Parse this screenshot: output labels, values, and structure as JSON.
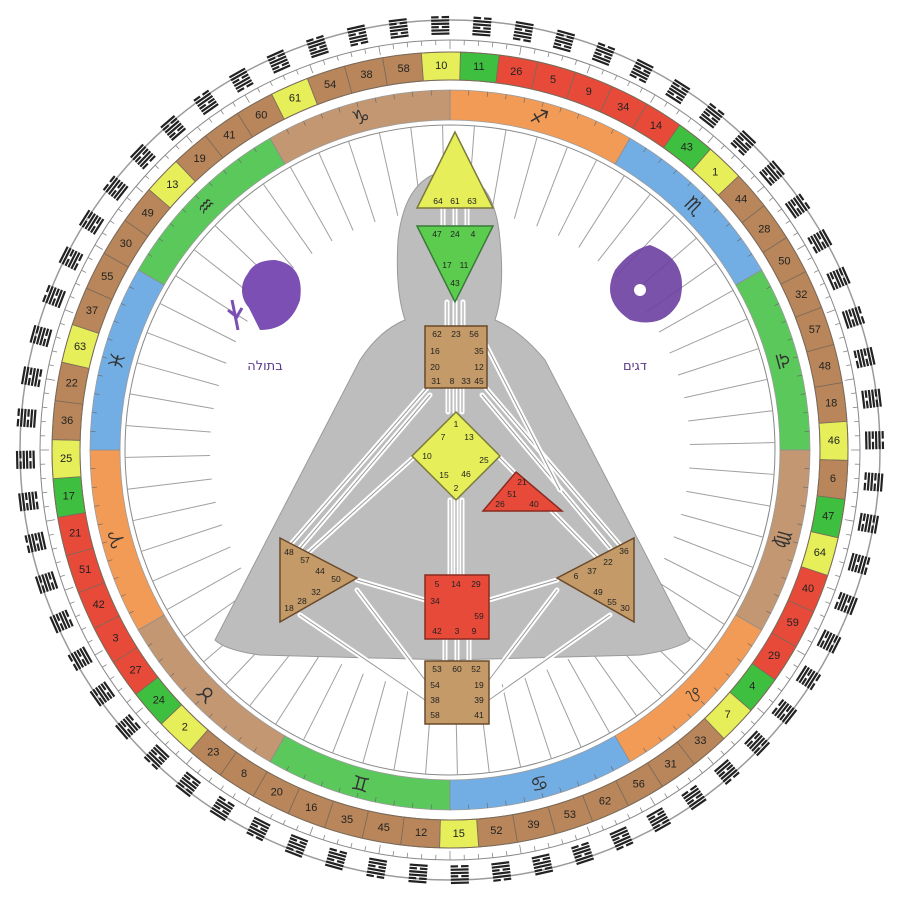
{
  "gate_ring": [
    {
      "gate": "11",
      "color": "#3fbf3f"
    },
    {
      "gate": "26",
      "color": "#e84a3a"
    },
    {
      "gate": "5",
      "color": "#e84a3a"
    },
    {
      "gate": "9",
      "color": "#e84a3a"
    },
    {
      "gate": "34",
      "color": "#e84a3a"
    },
    {
      "gate": "14",
      "color": "#e84a3a"
    },
    {
      "gate": "43",
      "color": "#3fbf3f"
    },
    {
      "gate": "1",
      "color": "#e6ef5a"
    },
    {
      "gate": "44",
      "color": "#b8865a"
    },
    {
      "gate": "28",
      "color": "#b8865a"
    },
    {
      "gate": "50",
      "color": "#b8865a"
    },
    {
      "gate": "32",
      "color": "#b8865a"
    },
    {
      "gate": "57",
      "color": "#b8865a"
    },
    {
      "gate": "48",
      "color": "#b8865a"
    },
    {
      "gate": "18",
      "color": "#b8865a"
    },
    {
      "gate": "46",
      "color": "#e6ef5a"
    },
    {
      "gate": "6",
      "color": "#b8865a"
    },
    {
      "gate": "47",
      "color": "#3fbf3f"
    },
    {
      "gate": "64",
      "color": "#e6ef5a"
    },
    {
      "gate": "40",
      "color": "#e84a3a"
    },
    {
      "gate": "59",
      "color": "#e84a3a"
    },
    {
      "gate": "29",
      "color": "#e84a3a"
    },
    {
      "gate": "4",
      "color": "#3fbf3f"
    },
    {
      "gate": "7",
      "color": "#e6ef5a"
    },
    {
      "gate": "33",
      "color": "#b8865a"
    },
    {
      "gate": "31",
      "color": "#b8865a"
    },
    {
      "gate": "56",
      "color": "#b8865a"
    },
    {
      "gate": "62",
      "color": "#b8865a"
    },
    {
      "gate": "53",
      "color": "#b8865a"
    },
    {
      "gate": "39",
      "color": "#b8865a"
    },
    {
      "gate": "52",
      "color": "#b8865a"
    },
    {
      "gate": "15",
      "color": "#e6ef5a"
    },
    {
      "gate": "12",
      "color": "#b8865a"
    },
    {
      "gate": "45",
      "color": "#b8865a"
    },
    {
      "gate": "35",
      "color": "#b8865a"
    },
    {
      "gate": "16",
      "color": "#b8865a"
    },
    {
      "gate": "20",
      "color": "#b8865a"
    },
    {
      "gate": "8",
      "color": "#b8865a"
    },
    {
      "gate": "23",
      "color": "#b8865a"
    },
    {
      "gate": "2",
      "color": "#e6ef5a"
    },
    {
      "gate": "24",
      "color": "#3fbf3f"
    },
    {
      "gate": "27",
      "color": "#e84a3a"
    },
    {
      "gate": "3",
      "color": "#e84a3a"
    },
    {
      "gate": "42",
      "color": "#e84a3a"
    },
    {
      "gate": "51",
      "color": "#e84a3a"
    },
    {
      "gate": "21",
      "color": "#e84a3a"
    },
    {
      "gate": "17",
      "color": "#3fbf3f"
    },
    {
      "gate": "25",
      "color": "#e6ef5a"
    },
    {
      "gate": "36",
      "color": "#b8865a"
    },
    {
      "gate": "22",
      "color": "#b8865a"
    },
    {
      "gate": "63",
      "color": "#e6ef5a"
    },
    {
      "gate": "37",
      "color": "#b8865a"
    },
    {
      "gate": "55",
      "color": "#b8865a"
    },
    {
      "gate": "30",
      "color": "#b8865a"
    },
    {
      "gate": "49",
      "color": "#b8865a"
    },
    {
      "gate": "13",
      "color": "#e6ef5a"
    },
    {
      "gate": "19",
      "color": "#b8865a"
    },
    {
      "gate": "41",
      "color": "#b8865a"
    },
    {
      "gate": "60",
      "color": "#b8865a"
    },
    {
      "gate": "61",
      "color": "#e6ef5a"
    },
    {
      "gate": "54",
      "color": "#b8865a"
    },
    {
      "gate": "38",
      "color": "#b8865a"
    },
    {
      "gate": "58",
      "color": "#b8865a"
    },
    {
      "gate": "10",
      "color": "#e6ef5a"
    }
  ],
  "zodiac_ring": [
    {
      "glyph": "♐",
      "color": "#f08a3a"
    },
    {
      "glyph": "♏",
      "color": "#5aa0e0"
    },
    {
      "glyph": "♎",
      "color": "#3fbf3f"
    },
    {
      "glyph": "♍",
      "color": "#b8865a"
    },
    {
      "glyph": "♌",
      "color": "#f08a3a"
    },
    {
      "glyph": "♋",
      "color": "#5aa0e0"
    },
    {
      "glyph": "♊",
      "color": "#3fbf3f"
    },
    {
      "glyph": "♉",
      "color": "#b8865a"
    },
    {
      "glyph": "♈",
      "color": "#f08a3a"
    },
    {
      "glyph": "♓",
      "color": "#5aa0e0"
    },
    {
      "glyph": "♒",
      "color": "#3fbf3f"
    },
    {
      "glyph": "♑",
      "color": "#b8865a"
    }
  ],
  "labels": {
    "left_sign": "בתולה",
    "right_sign": "דגים"
  },
  "centers": {
    "head": [
      "64",
      "61",
      "63"
    ],
    "ajna": [
      "47",
      "24",
      "4",
      "17",
      "11",
      "43"
    ],
    "throat": [
      "62",
      "23",
      "56",
      "16",
      "35",
      "20",
      "12",
      "31",
      "8",
      "33",
      "45"
    ],
    "g": [
      "1",
      "7",
      "13",
      "10",
      "25",
      "15",
      "46",
      "2"
    ],
    "ego": [
      "21",
      "51",
      "26",
      "40"
    ],
    "spleen": [
      "48",
      "57",
      "44",
      "50",
      "18",
      "28",
      "32"
    ],
    "solar": [
      "36",
      "6",
      "37",
      "22",
      "49",
      "55",
      "30"
    ],
    "sacral": [
      "5",
      "14",
      "29",
      "34",
      "59",
      "42",
      "3",
      "9"
    ],
    "root": [
      "53",
      "60",
      "52",
      "54",
      "19",
      "38",
      "39",
      "58",
      "41"
    ]
  },
  "colors": {
    "yellow": "#e6ef5a",
    "green": "#3fbf3f",
    "red": "#e84a3a",
    "brown": "#b8865a",
    "purple": "#6b3fa0"
  }
}
